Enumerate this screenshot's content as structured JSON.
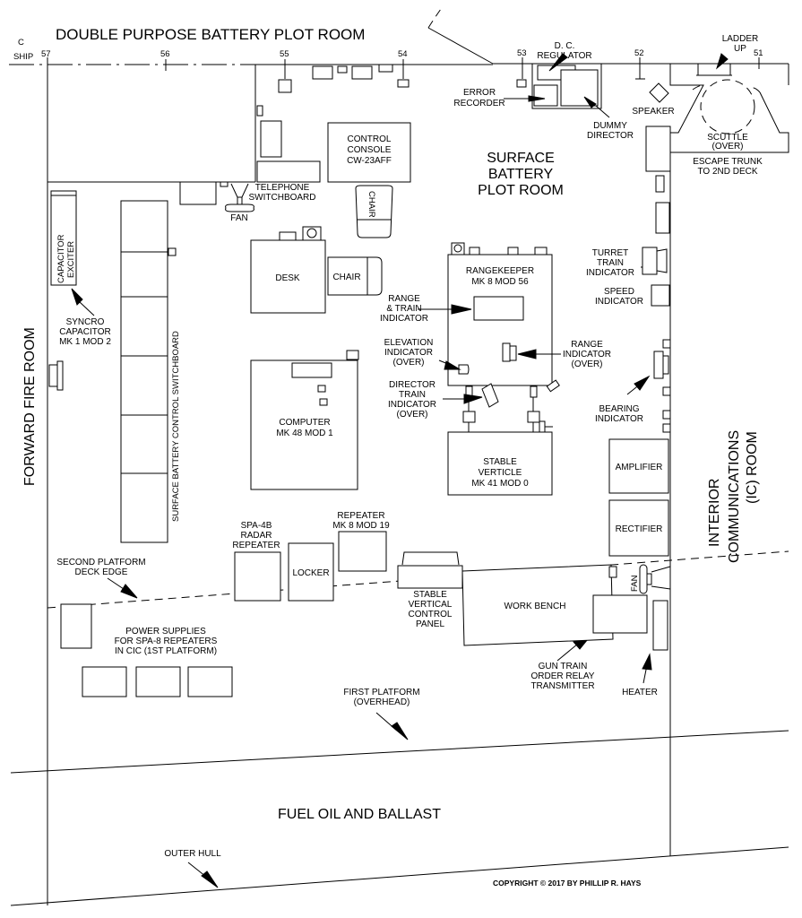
{
  "title": "DOUBLE PURPOSE BATTERY PLOT ROOM",
  "centerline": [
    "C",
    "SHIP"
  ],
  "frames": [
    "57",
    "56",
    "55",
    "54",
    "53",
    "52",
    "51"
  ],
  "rooms": {
    "surface_battery": [
      "SURFACE",
      "BATTERY",
      "PLOT ROOM"
    ],
    "forward_fire": "FORWARD FIRE ROOM",
    "ic_room": [
      "INTERIOR",
      "COMMUNICATIONS",
      "(IC) ROOM"
    ],
    "fuel_oil": "FUEL OIL AND BALLAST"
  },
  "labels": {
    "dc_regulator": [
      "D. C.",
      "REGULATOR"
    ],
    "error_recorder": [
      "ERROR",
      "RECORDER"
    ],
    "dummy_director": [
      "DUMMY",
      "DIRECTOR"
    ],
    "speaker": "SPEAKER",
    "ladder": [
      "LADDER",
      "UP"
    ],
    "scuttle": [
      "SCUTTLE",
      "(OVER)"
    ],
    "escape_trunk": [
      "ESCAPE TRUNK",
      "TO 2ND DECK"
    ],
    "control_console": [
      "CONTROL",
      "CONSOLE",
      "CW-23AFF"
    ],
    "telephone": [
      "TELEPHONE",
      "SWITCHBOARD"
    ],
    "fan": "FAN",
    "chair": "CHAIR",
    "desk": "DESK",
    "capacitor_exciter": [
      "CAPACITOR",
      "EXCITER"
    ],
    "syncro": [
      "SYNCRO",
      "CAPACITOR",
      "MK 1 MOD 2"
    ],
    "switchboard": "SURFACE BATTERY CONTROL SWITCHBOARD",
    "rangekeeper": [
      "RANGEKEEPER",
      "MK 8 MOD 56"
    ],
    "range_train": [
      "RANGE",
      "& TRAIN",
      "INDICATOR"
    ],
    "elevation": [
      "ELEVATION",
      "INDICATOR",
      "(OVER)"
    ],
    "director_train": [
      "DIRECTOR",
      "TRAIN",
      "INDICATOR",
      "(OVER)"
    ],
    "range_indicator": [
      "RANGE",
      "INDICATOR",
      "(OVER)"
    ],
    "turret_train": [
      "TURRET",
      "TRAIN",
      "INDICATOR"
    ],
    "speed": [
      "SPEED",
      "INDICATOR"
    ],
    "bearing": [
      "BEARING",
      "INDICATOR"
    ],
    "computer": [
      "COMPUTER",
      "MK 48 MOD 1"
    ],
    "stable_verticle": [
      "STABLE",
      "VERTICLE",
      "MK 41 MOD 0"
    ],
    "amplifier": "AMPLIFIER",
    "rectifier": "RECTIFIER",
    "spa4b": [
      "SPA-4B",
      "RADAR",
      "REPEATER"
    ],
    "locker": "LOCKER",
    "repeater": [
      "REPEATER",
      "MK 8 MOD 19"
    ],
    "second_platform": [
      "SECOND PLATFORM",
      "DECK EDGE"
    ],
    "svc_panel": [
      "STABLE",
      "VERTICAL",
      "CONTROL",
      "PANEL"
    ],
    "work_bench": "WORK BENCH",
    "fan2": "FAN",
    "power_supplies": [
      "POWER SUPPLIES",
      "FOR SPA-8 REPEATERS",
      "IN CIC (1ST PLATFORM)"
    ],
    "gun_train": [
      "GUN TRAIN",
      "ORDER RELAY",
      "TRANSMITTER"
    ],
    "heater": "HEATER",
    "first_platform": [
      "FIRST PLATFORM",
      "(OVERHEAD)"
    ],
    "outer_hull": "OUTER HULL"
  },
  "copyright": "COPYRIGHT © 2017 BY PHILLIP R. HAYS"
}
